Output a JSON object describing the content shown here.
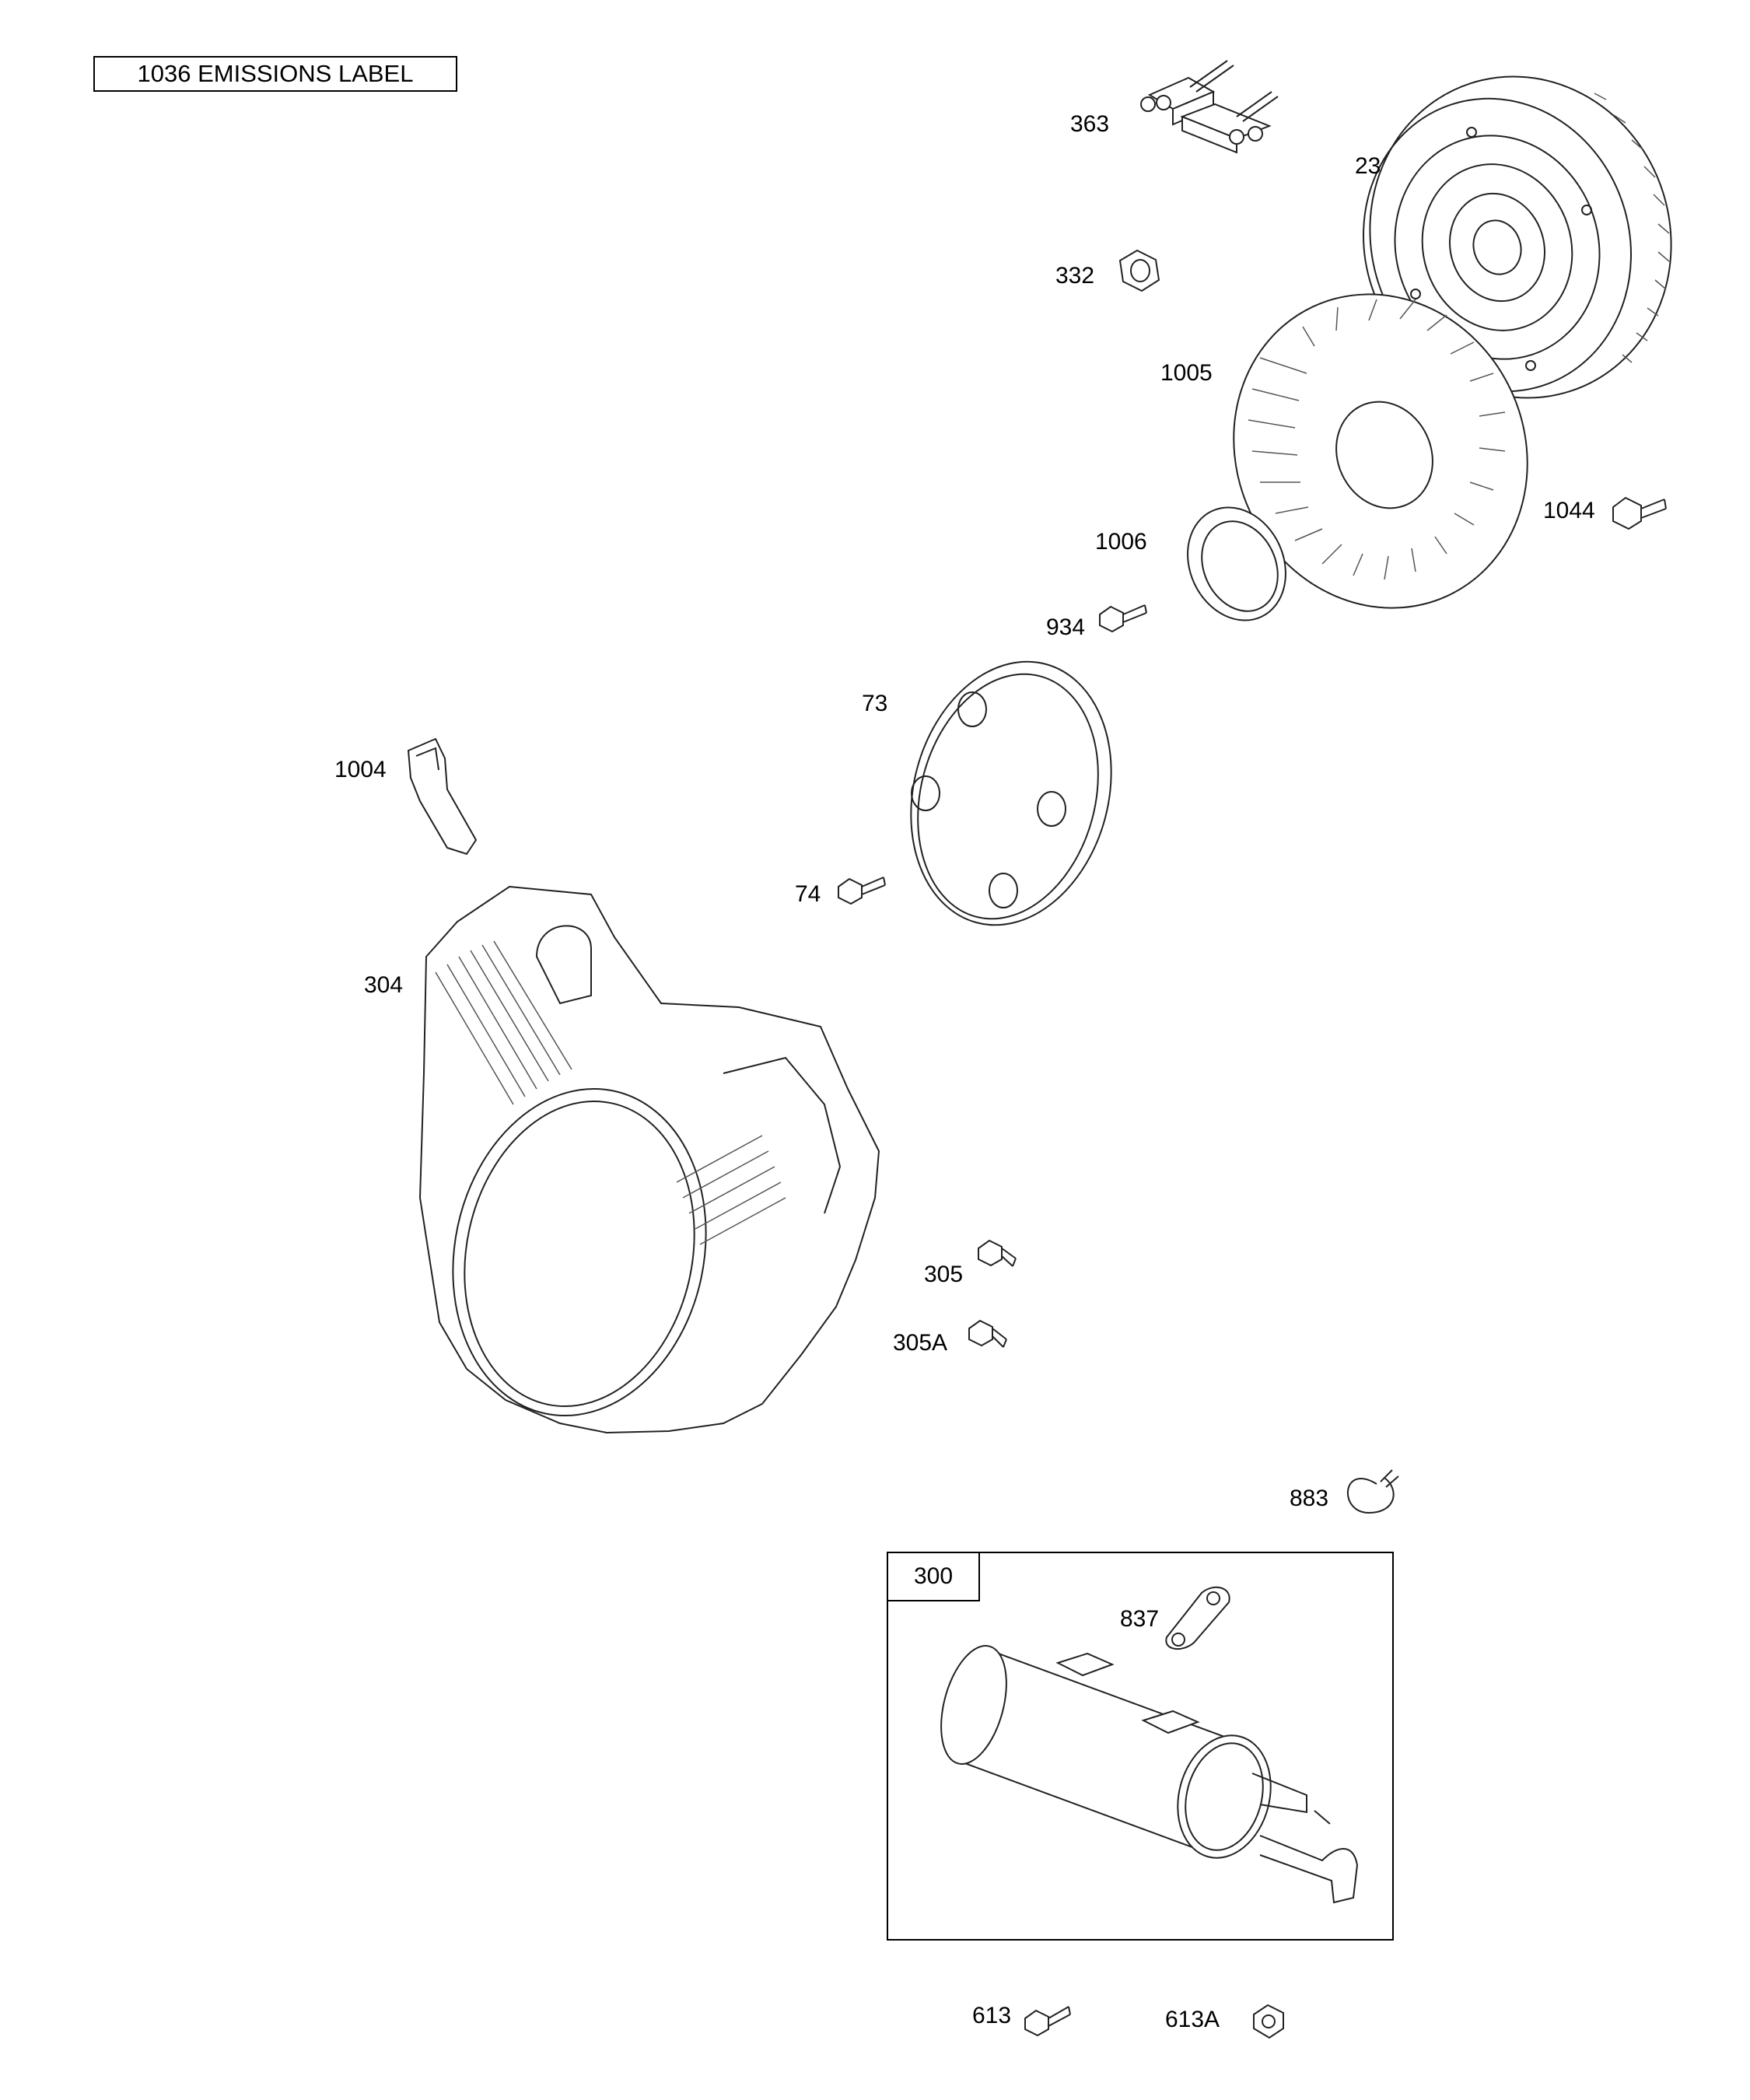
{
  "emissions_label": "1036 EMISSIONS LABEL",
  "kit": {
    "label": "300"
  },
  "callouts": {
    "p363": "363",
    "p23": "23",
    "p332": "332",
    "p1005": "1005",
    "p1044": "1044",
    "p1006": "1006",
    "p934": "934",
    "p73": "73",
    "p1004": "1004",
    "p74": "74",
    "p304": "304",
    "p305": "305",
    "p305a": "305A",
    "p883": "883",
    "p837": "837",
    "p613": "613",
    "p613a": "613A"
  }
}
